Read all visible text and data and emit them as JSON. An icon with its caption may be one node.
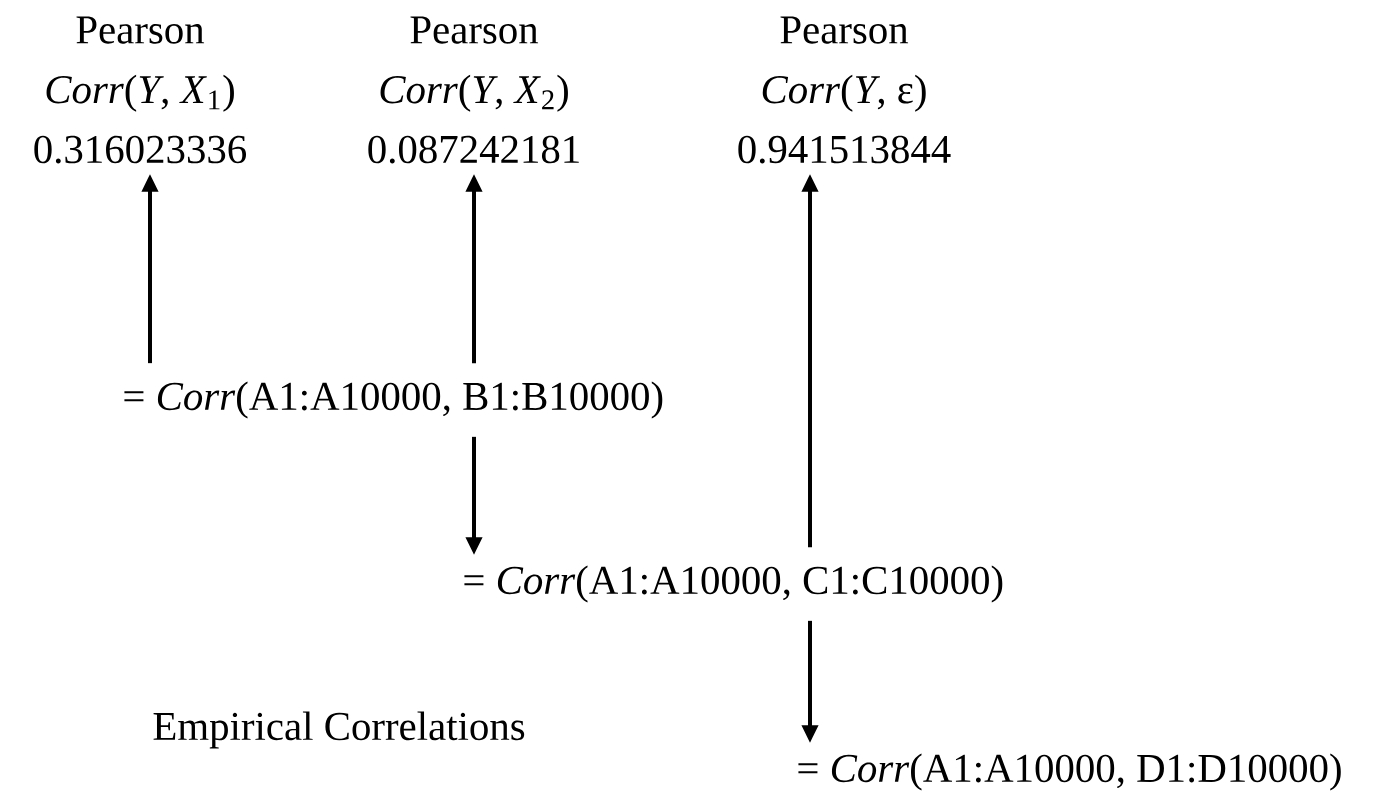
{
  "diagram": {
    "nodes": [
      {
        "text": [
          "Pearson",
          "*Corr*(*Y*, *X*$_{1}$)",
          "0.316023336"
        ]
      },
      {
        "text": [
          "Pearson",
          "*Corr*(*Y*, *X*$_{2}$)",
          "0.087242181"
        ]
      },
      {
        "text": [
          "Pearson",
          "*Corr*(*Y*, ε)",
          "0.941513844"
        ]
      },
      {
        "text": [
          "= *Corr*(A1:A10000, B1:B10000)"
        ]
      },
      {
        "text": [
          "= *Corr*(A1:A10000, C1:C10000)"
        ]
      },
      {
        "text": [
          "= *Corr*(A1:A10000, D1:D10000)"
        ]
      }
    ],
    "edges": [
      {
        "from": 3,
        "to": 0,
        "arrow": "to"
      },
      {
        "from": 3,
        "to": 1,
        "arrow": "to"
      },
      {
        "from": 3,
        "to": 4,
        "arrow": "to"
      },
      {
        "from": 4,
        "to": 2,
        "arrow": "to"
      },
      {
        "from": 4,
        "to": 5,
        "arrow": "to"
      }
    ],
    "labels": [
      "Empirical Correlations"
    ]
  }
}
